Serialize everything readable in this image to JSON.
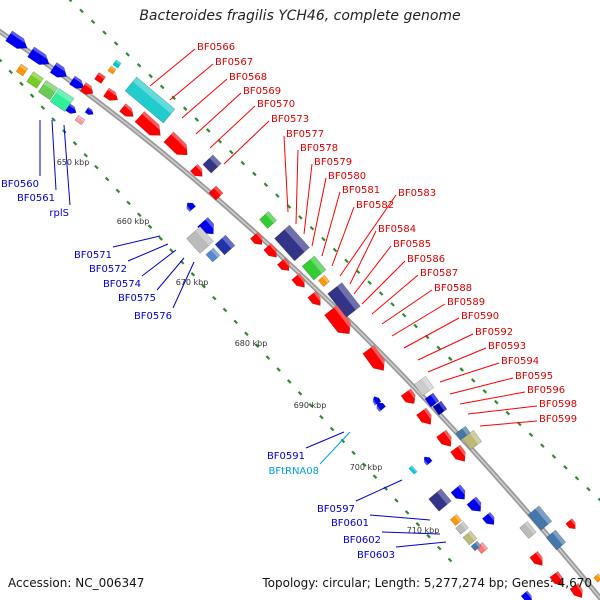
{
  "title": "Bacteroides fragilis YCH46, complete genome",
  "accession": "Accession: NC_006347",
  "topology": "Topology: circular; Length: 5,277,274 bp; Genes: 4,670",
  "colors": {
    "red_gene": "#ff0000",
    "blue_gene": "#0000ee",
    "red_label": "#dd0000",
    "blue_label": "#0000cc",
    "rna_label": "#00a0e0",
    "backbone": "#9a9a9a",
    "tick": "#2e8b2e"
  },
  "kbp_labels": [
    "650 kbp",
    "660 kbp",
    "670 kbp",
    "680 kbp",
    "690 kbp",
    "700 kbp",
    "710 kbp"
  ],
  "red_labels": [
    "BF0566",
    "BF0567",
    "BF0568",
    "BF0569",
    "BF0570",
    "BF0573",
    "BF0577",
    "BF0578",
    "BF0579",
    "BF0580",
    "BF0581",
    "BF0582",
    "BF0583",
    "BF0584",
    "BF0585",
    "BF0586",
    "BF0587",
    "BF0588",
    "BF0589",
    "BF0590",
    "BF0592",
    "BF0593",
    "BF0594",
    "BF0595",
    "BF0596",
    "BF0598",
    "BF0599"
  ],
  "blue_labels": [
    "BF0560",
    "BF0561",
    "rplS",
    "BF0571",
    "BF0572",
    "BF0574",
    "BF0575",
    "BF0576",
    "BF0591",
    "BF0597",
    "BF0601",
    "BF0602",
    "BF0603"
  ],
  "rna_labels": [
    "BFtRNA08"
  ]
}
